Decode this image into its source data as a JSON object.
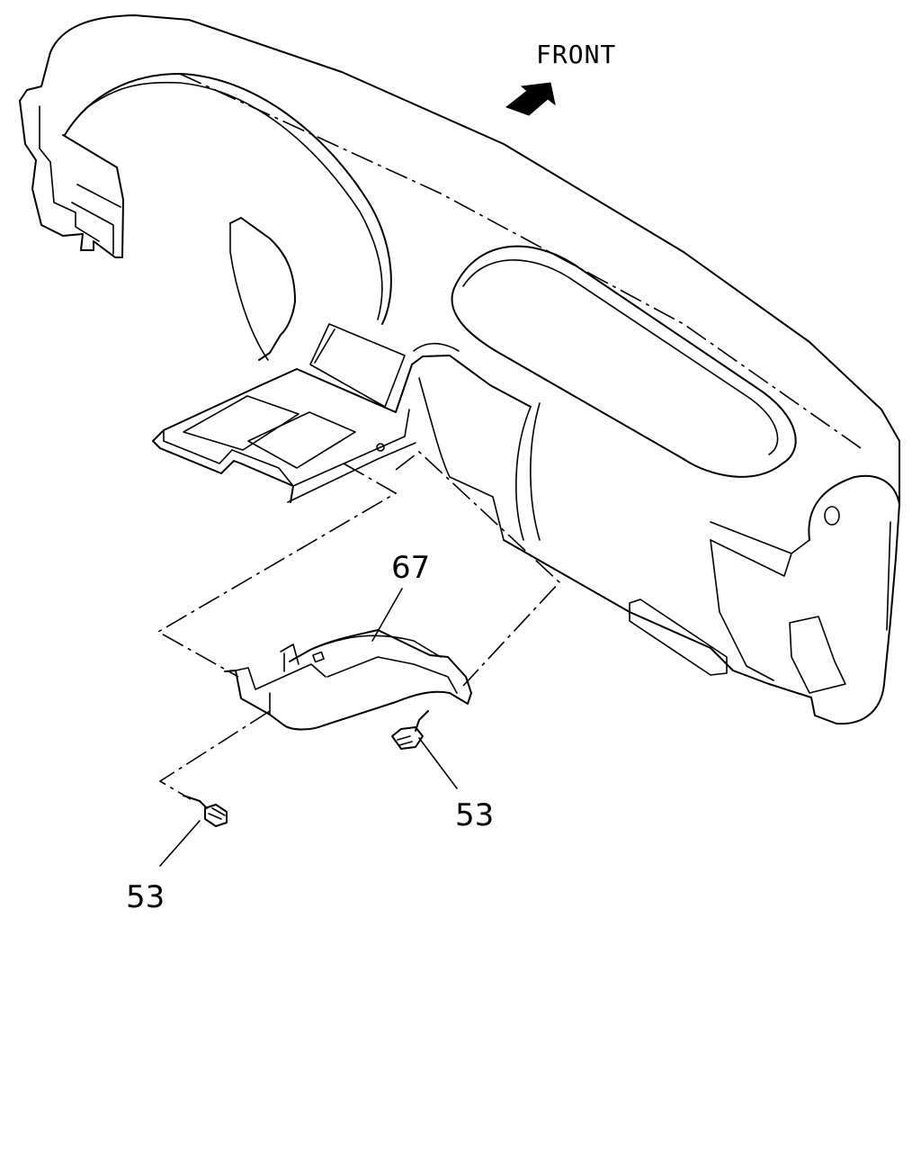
{
  "direction": {
    "label": "FRONT",
    "icon": "arrow-icon"
  },
  "callouts": [
    {
      "id": "bracket",
      "number": "67"
    },
    {
      "id": "clip-right",
      "number": "53"
    },
    {
      "id": "clip-left",
      "number": "53"
    }
  ]
}
